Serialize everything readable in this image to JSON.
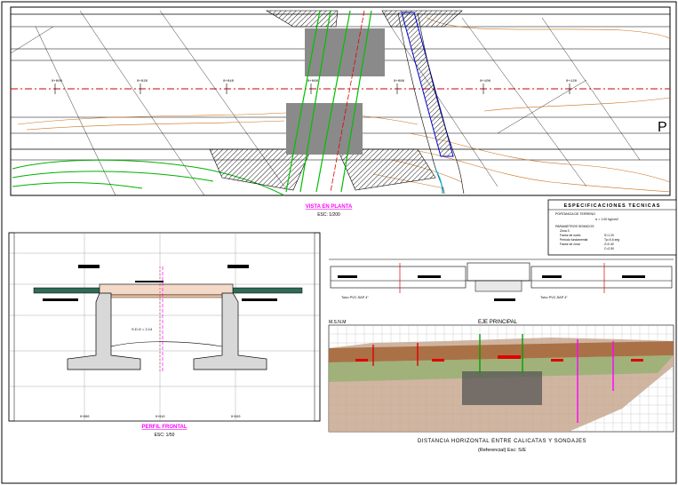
{
  "plan": {
    "title": "VISTA EN PLANTA",
    "scale": "ESC: 1/200",
    "sheet_letter": "P"
  },
  "specs": {
    "title": "ESPECIFICACIONES TECNICAS",
    "line1": "PORTANCIA DE TERRENO",
    "line2": "σ = 1.00 kg/cm2",
    "line3": "PARAMETROS SISMICOS",
    "line4": "Zona 3",
    "line5": "Factor de suelo",
    "line6": "S=1.20",
    "line7": "Periodo fundamental",
    "line8": "Tp=0.6 seg",
    "line9": "Factor de zona",
    "line10": "Z=0.40",
    "line11": "C=2.50"
  },
  "elevation": {
    "title": "PERFIL FRONTAL",
    "scale": "ESC: 1/50",
    "note": "S.D.G = 2.14"
  },
  "section": {
    "pipe_left": "Tubo PVC-SAP 4\"",
    "pipe_right": "Tubo PVC-SAP 4\""
  },
  "profile": {
    "axis_label": "M.S.N.M",
    "eje": "EJE PRINCIPAL",
    "caption": "DISTANCIA HORIZONTAL ENTRE CALICATAS Y SONDAJES",
    "subcaption": "(Referencial) Esc: S/E"
  },
  "colors": {
    "magenta": "#ff00ff",
    "green": "#00c000",
    "red": "#e00000",
    "brown": "#a0522d",
    "blue": "#0000cc"
  }
}
